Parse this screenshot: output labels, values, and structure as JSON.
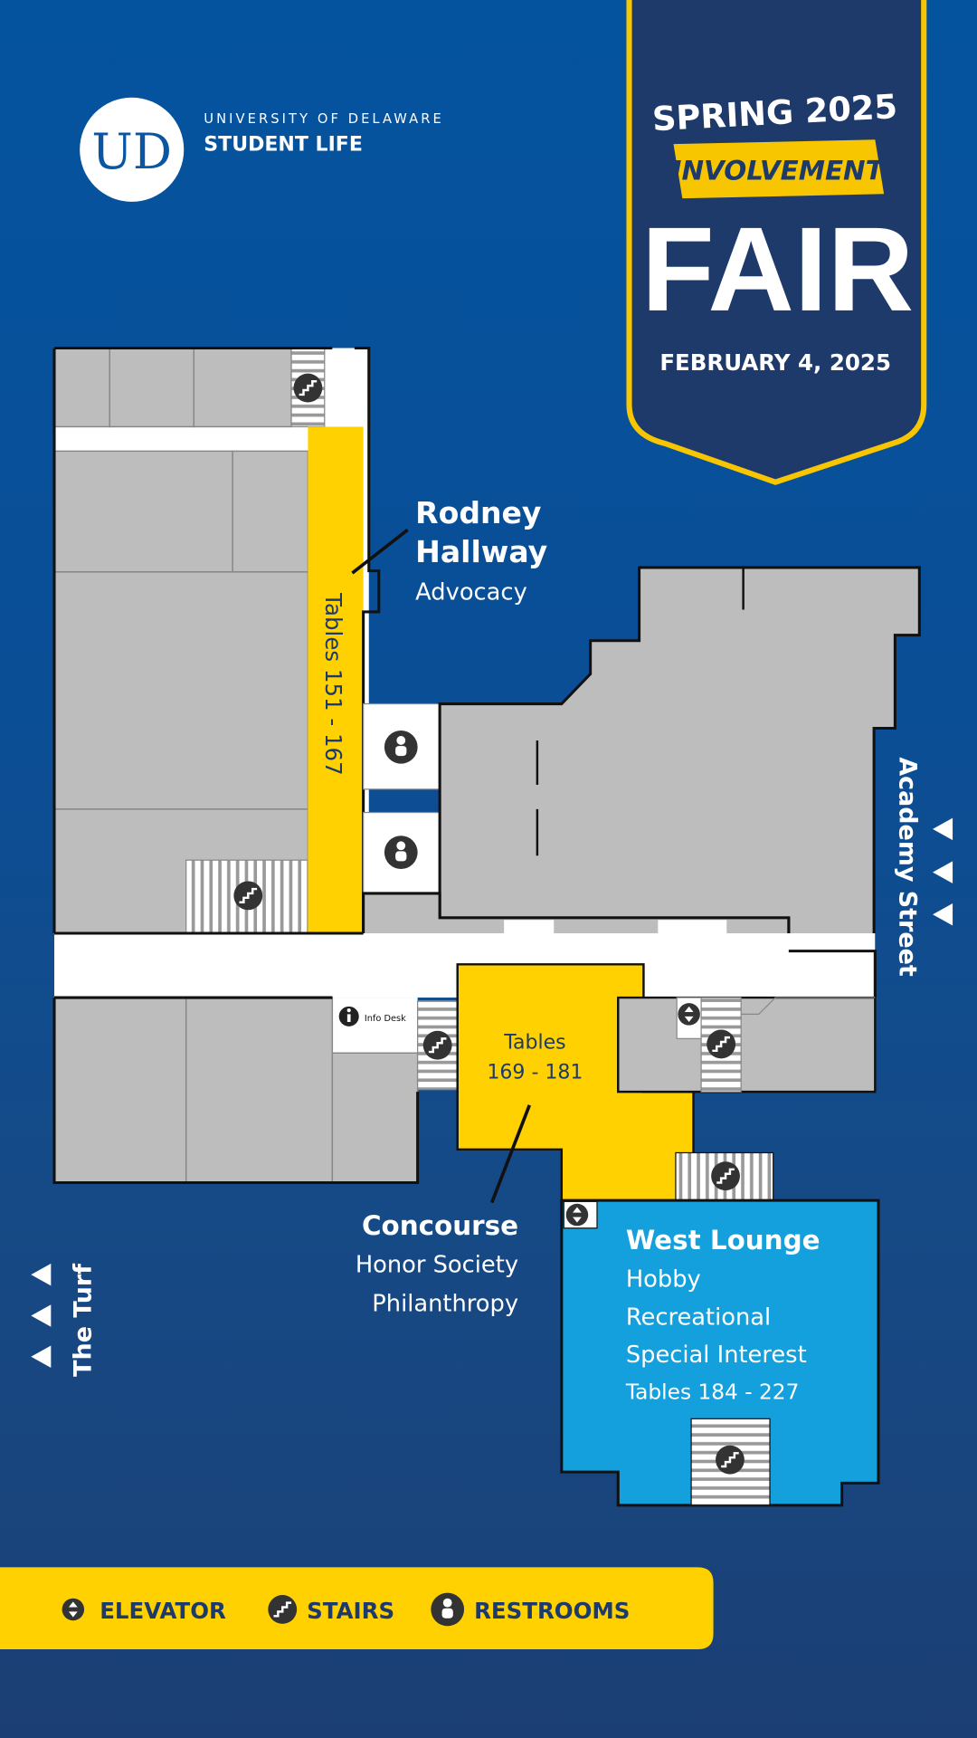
{
  "header": {
    "university": "UNIVERSITY OF DELAWARE",
    "unit": "STUDENT LIFE",
    "logo_text": "UD"
  },
  "banner": {
    "season": "SPRING 2025",
    "ribbon": "INVOLVEMENT",
    "title": "FAIR",
    "date": "FEBRUARY 4, 2025"
  },
  "areas": {
    "rodney": {
      "name1": "Rodney",
      "name2": "Hallway",
      "category": "Advocacy",
      "tables": "Tables 151 - 167"
    },
    "concourse": {
      "name": "Concourse",
      "cat1": "Honor Society",
      "cat2": "Philanthropy",
      "tables1": "Tables",
      "tables2": "169 - 181"
    },
    "west_lounge": {
      "name": "West Lounge",
      "cat1": "Hobby",
      "cat2": "Recreational",
      "cat3": "Special Interest",
      "tables": "Tables 184 - 227"
    },
    "info_desk": "Info Desk"
  },
  "streets": {
    "academy": "Academy Street",
    "turf": "The Turf"
  },
  "legend": {
    "elevator": "ELEVATOR",
    "stairs": "STAIRS",
    "restrooms": "RESTROOMS"
  },
  "colors": {
    "yellow": "#ffd100",
    "navy": "#1d3a6b",
    "lounge": "#13a0dc",
    "room": "#bdbdbd"
  }
}
